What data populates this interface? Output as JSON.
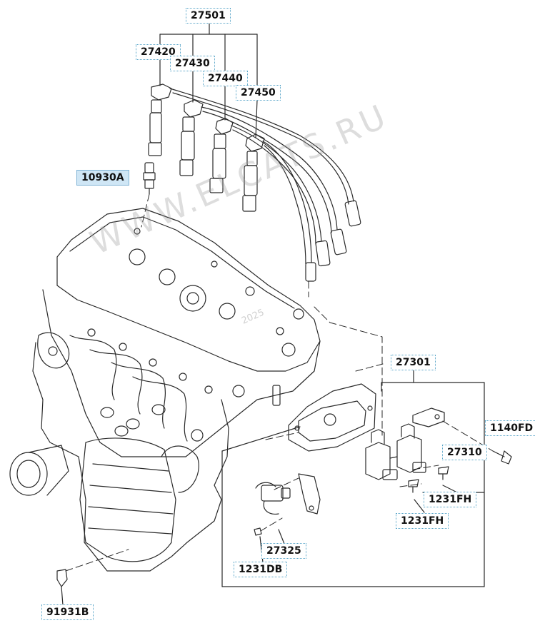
{
  "diagram": {
    "part_numbers": {
      "p27501": "27501",
      "p27420": "27420",
      "p27430": "27430",
      "p27440": "27440",
      "p27450": "27450",
      "p10930A": "10930A",
      "p27301": "27301",
      "p1140FD": "1140FD",
      "p27310": "27310",
      "p1231FH_upper": "1231FH",
      "p1231FH_lower": "1231FH",
      "p27325": "27325",
      "p1231DB": "1231DB",
      "p91931B": "91931B"
    },
    "selected_part": "10930A",
    "watermark": "WWW.ELCATS.RU",
    "watermark_year": "2025"
  },
  "colors": {
    "line": "#2a2a2a",
    "callout_border": "#5aa6c9",
    "selected_fill": "#cfe6f5",
    "watermark": "#969696"
  }
}
